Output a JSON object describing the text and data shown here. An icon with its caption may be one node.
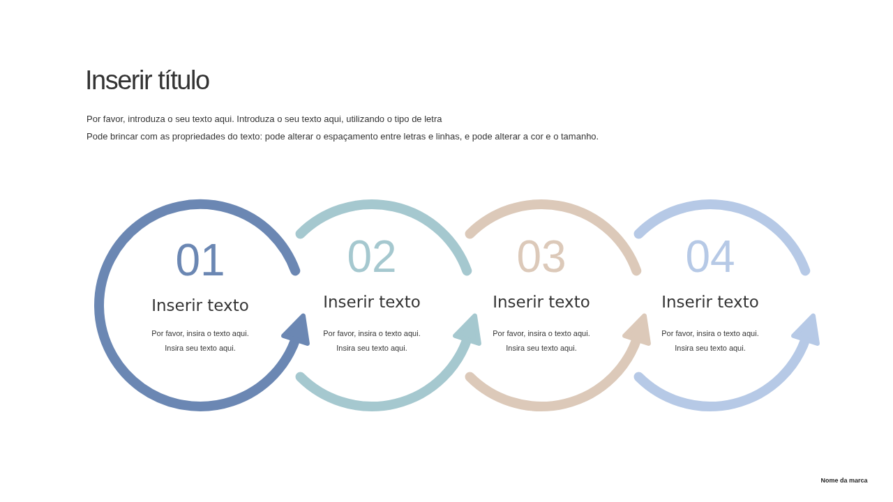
{
  "diagram": {
    "title": "Inserir título",
    "nodes": [
      {
        "text": [
          "01",
          "Inserir texto",
          "Por favor, insira o texto aqui. Insira seu texto aqui."
        ]
      },
      {
        "text": [
          "02",
          "Inserir texto",
          "Por favor, insira o texto aqui. Insira seu texto aqui."
        ]
      },
      {
        "text": [
          "03",
          "Inserir texto",
          "Por favor, insira o texto aqui. Insira seu texto aqui."
        ]
      },
      {
        "text": [
          "04",
          "Inserir texto",
          "Por favor, insira o texto aqui. Insira seu texto aqui."
        ]
      }
    ],
    "edges": [],
    "labels": [
      "Por favor, introduza o seu texto aqui. Introduza o seu texto aqui, utilizando o tipo de letra",
      "Pode brincar com as propriedades do texto: pode alterar o espaçamento entre letras e linhas, e pode alterar a cor e o tamanho.",
      "Nome da marca"
    ]
  }
}
